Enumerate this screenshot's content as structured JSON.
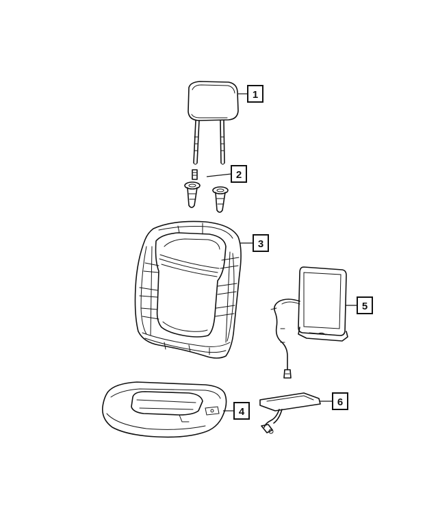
{
  "callouts": {
    "headrest": "1",
    "guides": "2",
    "seatback_cover": "3",
    "cushion_cover": "4",
    "heater_back": "5",
    "heater_cushion": "6"
  }
}
